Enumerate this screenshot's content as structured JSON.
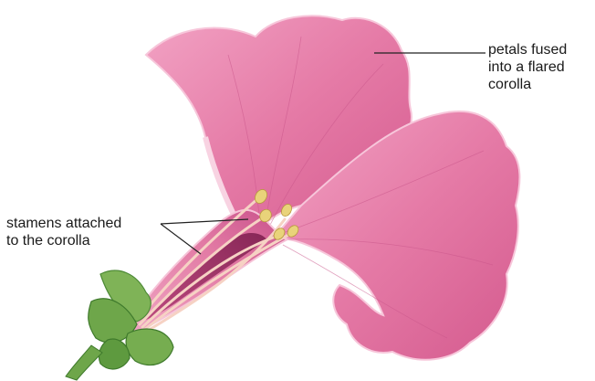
{
  "labels": {
    "petals": {
      "lines": [
        "petals fused",
        "into a flared",
        "corolla"
      ]
    },
    "stamens": {
      "lines": [
        "stamens attached",
        "to the corolla"
      ]
    }
  },
  "colors": {
    "petal_main": "#e57aa6",
    "petal_light": "#f3aac9",
    "petal_dark": "#c2487c",
    "throat": "#8b2358",
    "filament": "#f6d2c4",
    "anther": "#e9d37a",
    "sepal": "#6ea64a",
    "sepal_dark": "#3f7a2c",
    "leader_line": "#222222"
  }
}
